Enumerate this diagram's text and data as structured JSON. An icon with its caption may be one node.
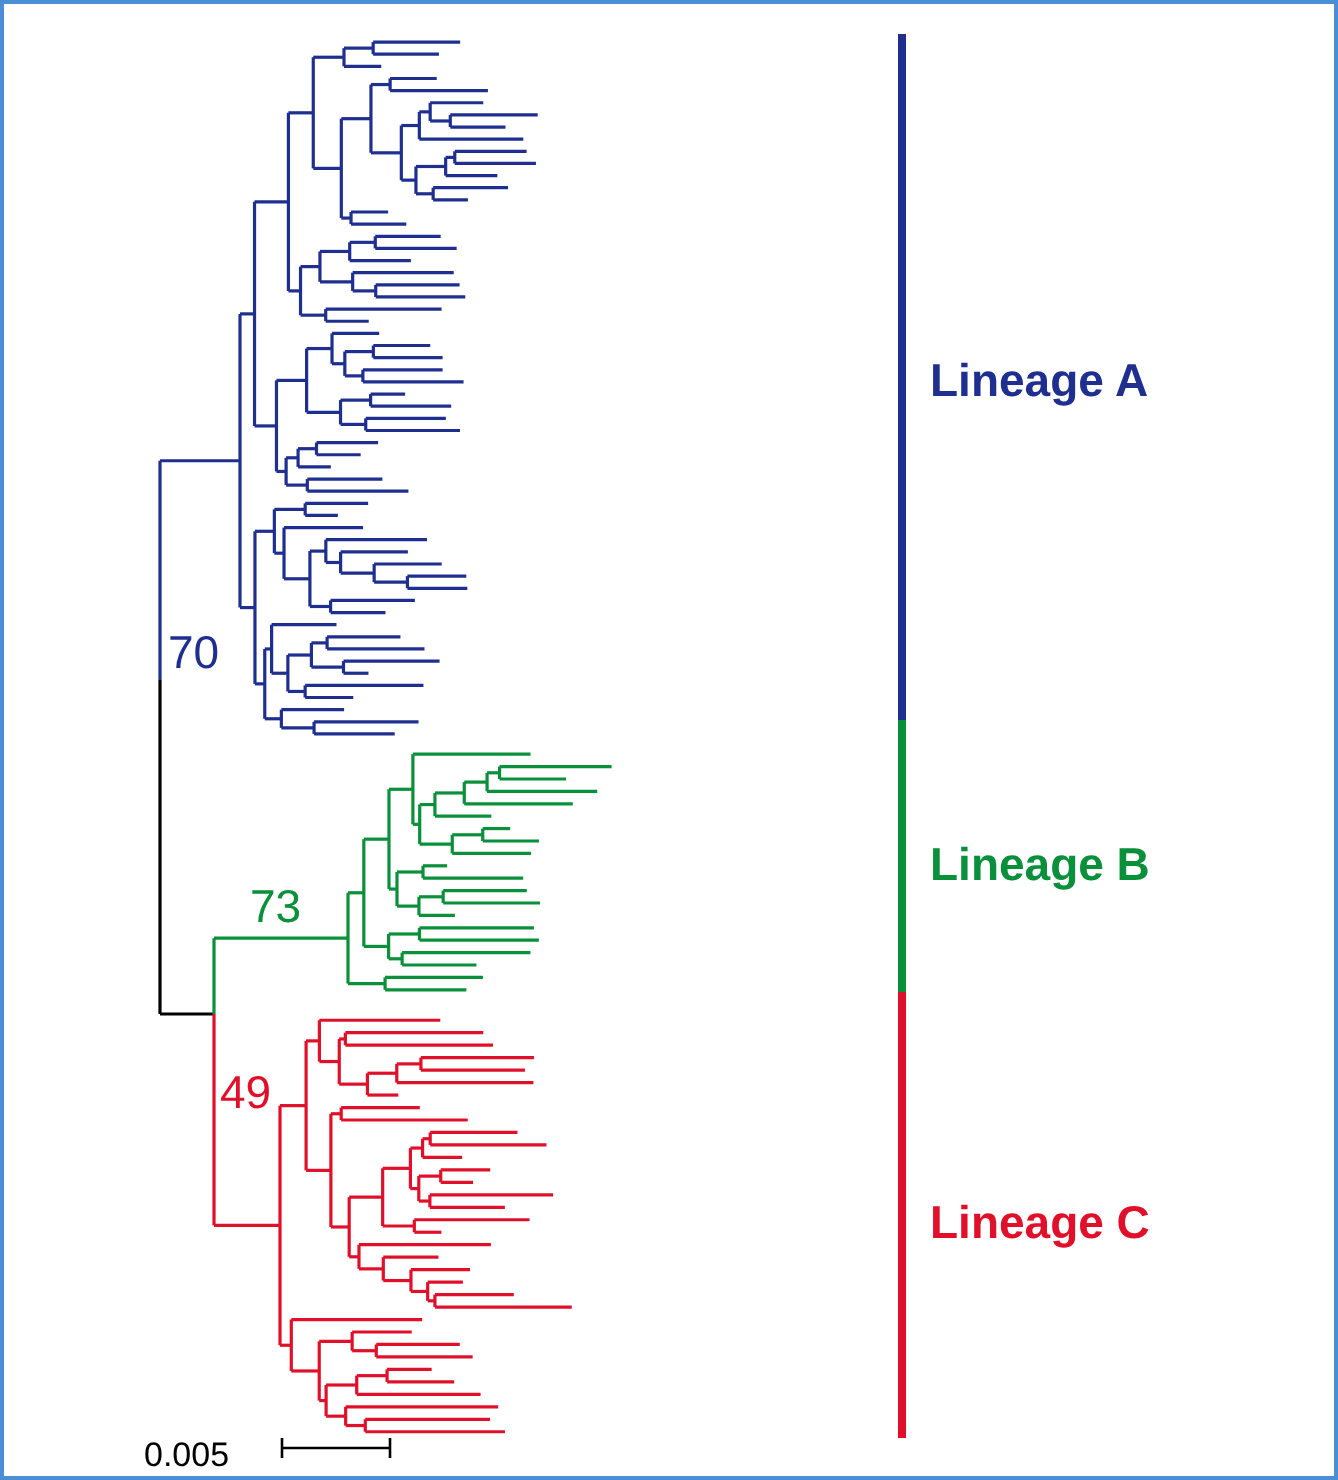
{
  "diagram": {
    "labels": [
      "Lineage A",
      "70",
      "Lineage B",
      "73",
      "49",
      "Lineage C",
      "0.005"
    ]
  }
}
